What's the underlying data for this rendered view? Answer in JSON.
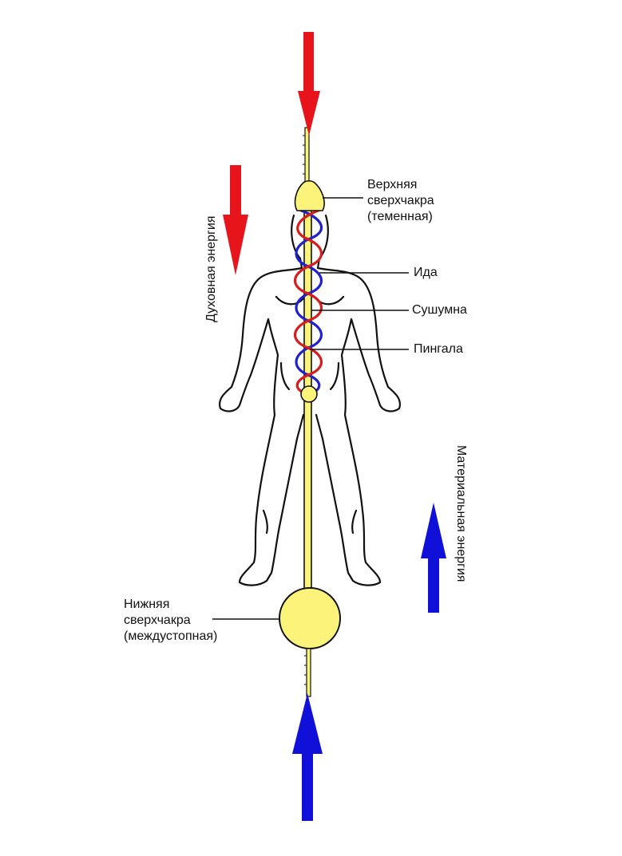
{
  "labels": {
    "upper_chakra": [
      "Верхняя",
      "сверхчакра",
      "(теменная)"
    ],
    "ida": "Ида",
    "sushumna": "Сушумна",
    "pingala": "Пингала",
    "lower_chakra": [
      "Нижняя",
      "сверхчакра",
      "(междустопная)"
    ],
    "spiritual_energy": "Духовная энергия",
    "material_energy": "Материальная энергия"
  },
  "colors": {
    "spiritual_arrow": "#e8141c",
    "material_arrow": "#1010d8",
    "chakra_fill": "#fbf37a",
    "ida_channel": "#2020d0",
    "pingala_channel": "#d81c1c",
    "outline": "#111111"
  }
}
